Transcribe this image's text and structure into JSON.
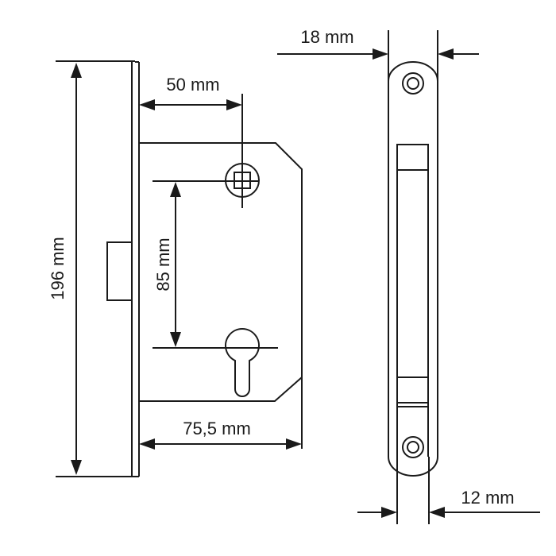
{
  "diagram": {
    "subject": "Mortise lock technical drawing",
    "front_view": {
      "dimensions": {
        "height": "196 mm",
        "backset": "50 mm",
        "center_distance": "85 mm",
        "body_depth": "75,5 mm"
      }
    },
    "side_view": {
      "dimensions": {
        "faceplate_width": "18 mm",
        "body_width": "12 mm"
      }
    },
    "colors": {
      "line": "#1a1a1a",
      "background": "#ffffff"
    }
  }
}
